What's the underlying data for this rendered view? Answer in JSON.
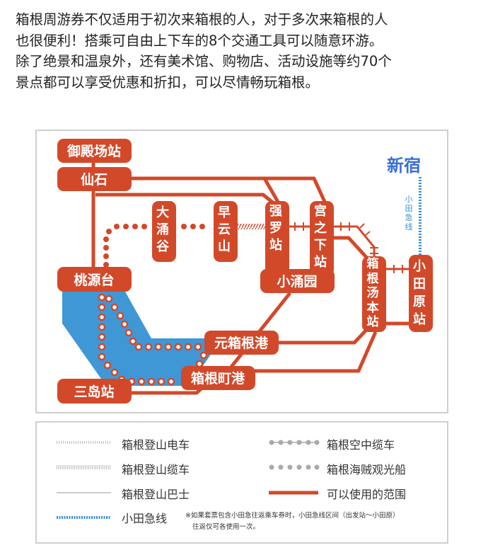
{
  "intro": {
    "lines": [
      "箱根周游券不仅适用于初次来箱根的人，对于多次来箱根的人",
      "也很便利！搭乘可自由上下车的8个交通工具可以随意环游。",
      "除了绝景和温泉外，还有美术馆、购物店、活动设施等约70个",
      "景点都可以享受优惠和折扣，可以尽情畅玩箱根。"
    ]
  },
  "map": {
    "stations": {
      "gotemba": "御殿场站",
      "sengoku": "仙石",
      "togendai": "桃源台",
      "mishima": "三岛站",
      "owakudani": "大涌谷",
      "sounzan": "早云山",
      "gora": "强罗站",
      "miyanoshita": "宫之下站",
      "kowakien": "小涌园",
      "yumoto": "箱根汤本站",
      "odawara": "小田原站",
      "motohakone": "元箱根港",
      "hakonemachi": "箱根町港",
      "shinjuku": "新宿",
      "odakyu_line": "小田急线"
    },
    "colors": {
      "accent": "#d2492a",
      "odakyu": "#3a8fd8",
      "lake": "#3f97d6",
      "gray": "#aaaaaa"
    }
  },
  "legend": {
    "items": [
      "箱根登山电车",
      "箱根空中缆车",
      "箱根登山缆车",
      "箱根海贼观光船",
      "箱根登山巴士",
      "可以使用的范围",
      "小田急线"
    ],
    "note_line1": "※如果套票包含小田急往返乘车券时，小田急线区间（出发站～小田原）",
    "note_line2": "往返仅可各使用一次。"
  }
}
